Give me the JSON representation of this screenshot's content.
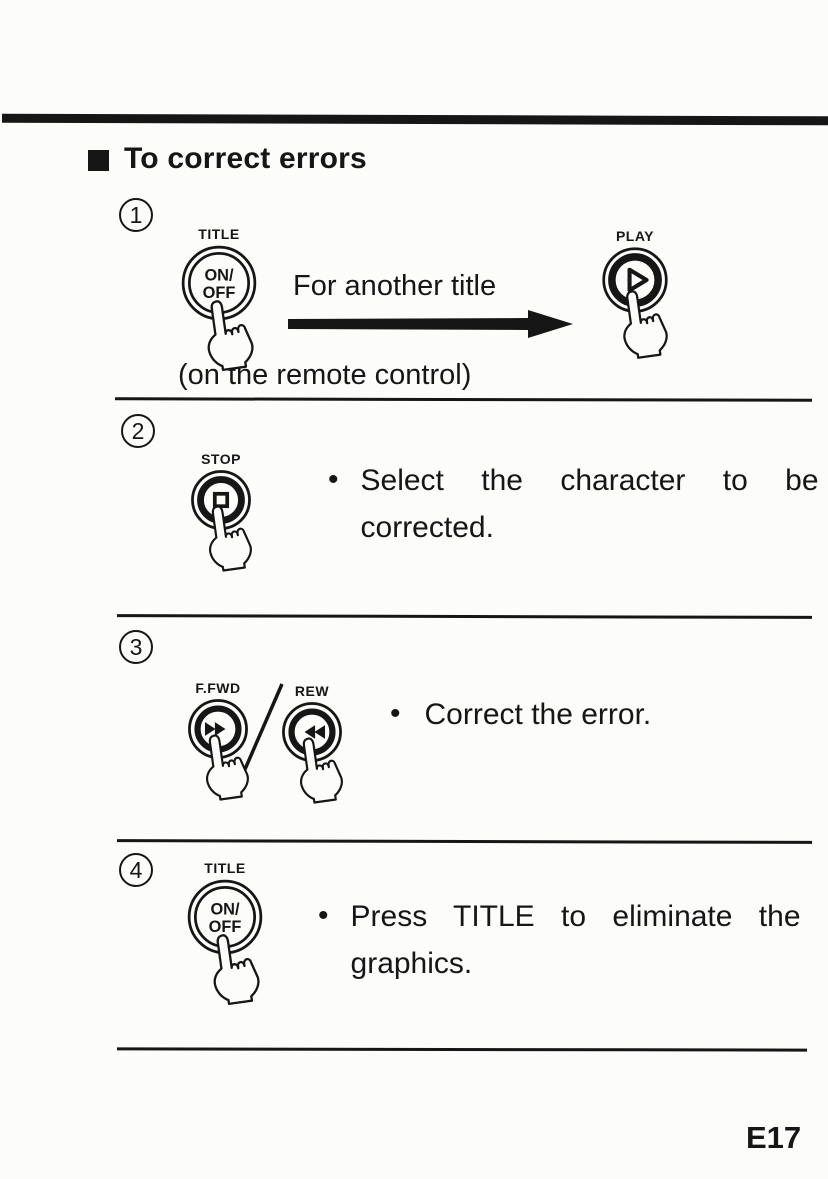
{
  "page": {
    "title": "To correct errors",
    "page_number": "E17",
    "ink_color": "#161616",
    "paper_color": "#fcfcfb"
  },
  "icons": {
    "header_square": "■",
    "bullet": "•",
    "play": "▷",
    "stop": "□",
    "fast_forward": "▶▶",
    "rewind": "◀◀",
    "arrow_right": "➡",
    "hand": "pointing-hand"
  },
  "steps": [
    {
      "number": "1",
      "button_label": "TITLE",
      "button_text_line1": "ON/",
      "button_text_line2": "OFF",
      "arrow_text": "For another title",
      "target_button_label": "PLAY",
      "caption": "(on the remote control)"
    },
    {
      "number": "2",
      "button_label": "STOP",
      "lines": [
        "Select the character to be",
        "corrected."
      ]
    },
    {
      "number": "3",
      "button_label": "F.FWD",
      "button_label_2": "REW",
      "separator": "/",
      "lines": [
        "Correct the error."
      ]
    },
    {
      "number": "4",
      "button_label": "TITLE",
      "button_text_line1": "ON/",
      "button_text_line2": "OFF",
      "lines": [
        "Press TITLE to eliminate the",
        "graphics."
      ]
    }
  ]
}
